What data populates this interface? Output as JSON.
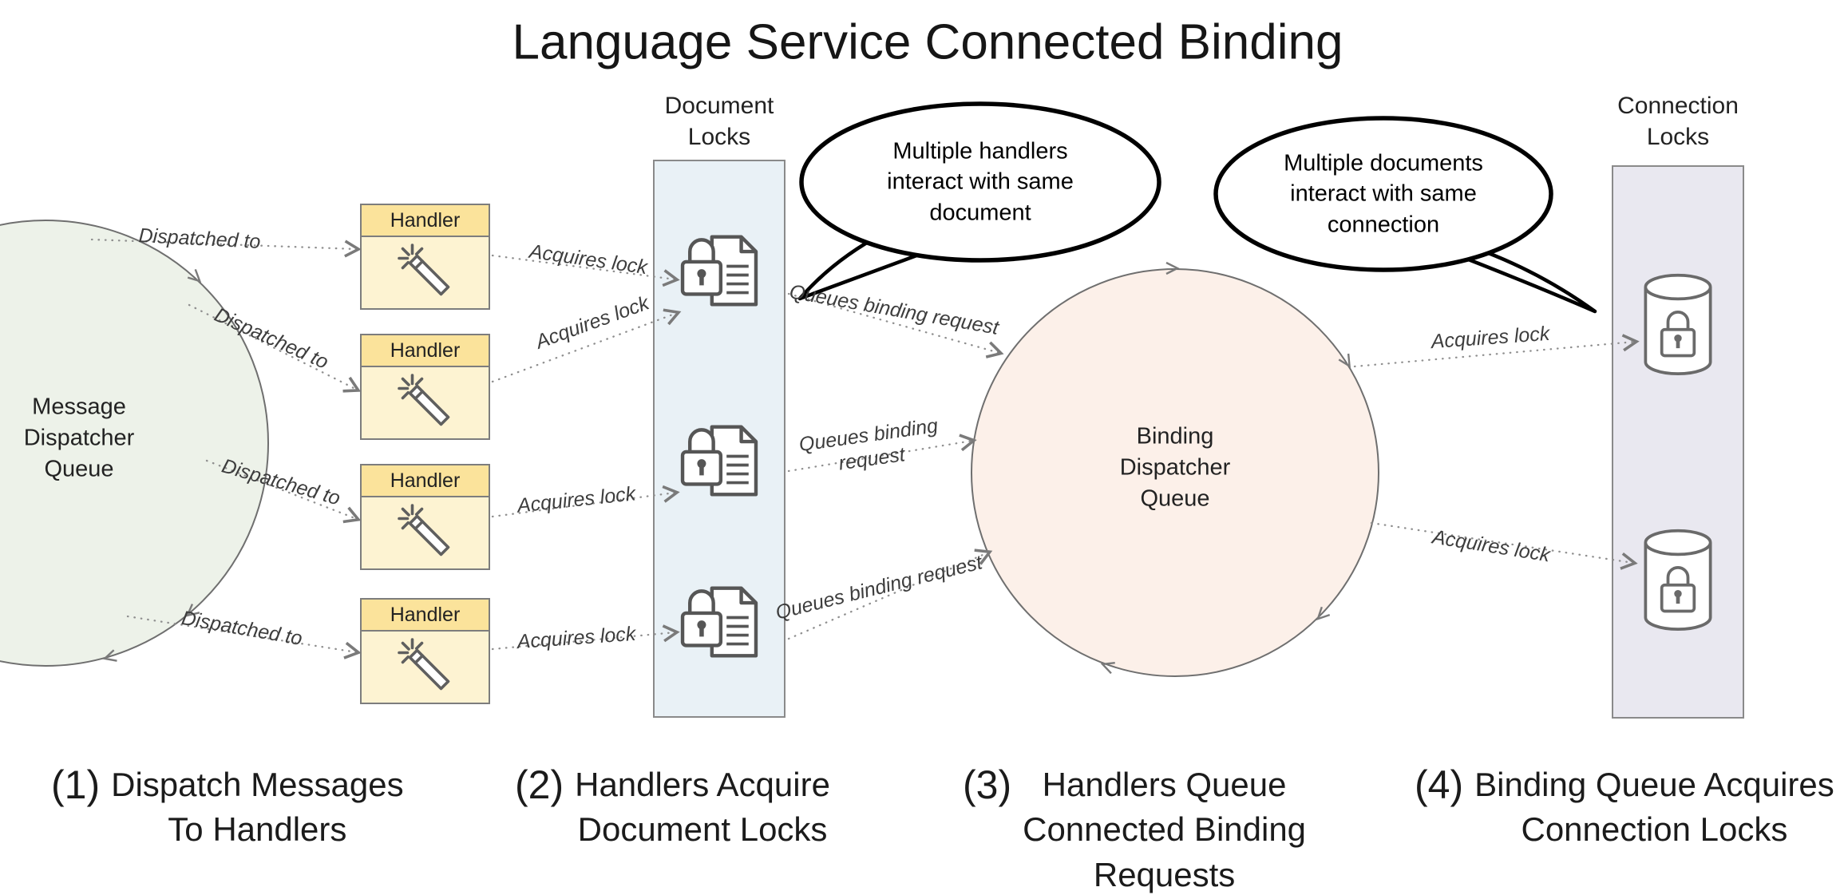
{
  "title": "Language Service Connected Binding",
  "message_queue": {
    "label": "Message\nDispatcher\nQueue"
  },
  "handlers": [
    {
      "label": "Handler"
    },
    {
      "label": "Handler"
    },
    {
      "label": "Handler"
    },
    {
      "label": "Handler"
    }
  ],
  "panels": {
    "document_locks": {
      "label": "Document\nLocks"
    },
    "connection_locks": {
      "label": "Connection\nLocks"
    }
  },
  "binding_queue": {
    "label": "Binding\nDispatcher\nQueue"
  },
  "bubbles": [
    {
      "text": "Multiple handlers\ninteract with same\ndocument"
    },
    {
      "text": "Multiple documents\ninteract with same\nconnection"
    }
  ],
  "edges": {
    "dispatched": [
      "Dispatched to",
      "Dispatched to",
      "Dispatched to",
      "Dispatched to"
    ],
    "acquires_left": [
      "Acquires lock",
      "Acquires lock",
      "Acquires lock",
      "Acquires lock"
    ],
    "queues": [
      "Queues binding request",
      "Queues binding\nrequest",
      "Queues binding request"
    ],
    "acquires_right": [
      "Acquires lock",
      "Acquires lock"
    ]
  },
  "captions": [
    {
      "num": "(1)",
      "text": "Dispatch Messages\nTo Handlers"
    },
    {
      "num": "(2)",
      "text": "Handlers Acquire\nDocument Locks"
    },
    {
      "num": "(3)",
      "text": "Handlers Queue\nConnected Binding\nRequests"
    },
    {
      "num": "(4)",
      "text": "Binding Queue Acquires\nConnection Locks"
    }
  ],
  "icons": {
    "handler": "magic-wand-icon",
    "document_lock": "padlock-document-icon",
    "connection_lock": "database-padlock-icon"
  },
  "colors": {
    "message_queue_fill": "#edf2e9",
    "binding_queue_fill": "#fcf0e9",
    "document_locks_fill": "#e9f1f6",
    "connection_locks_fill": "#e9e8f0",
    "handler_header_fill": "#fbe39b",
    "handler_body_fill": "#fdf3d2",
    "outline": "#6f6f6f",
    "connector": "#8f8f8f",
    "bubble_outline": "#000000"
  }
}
